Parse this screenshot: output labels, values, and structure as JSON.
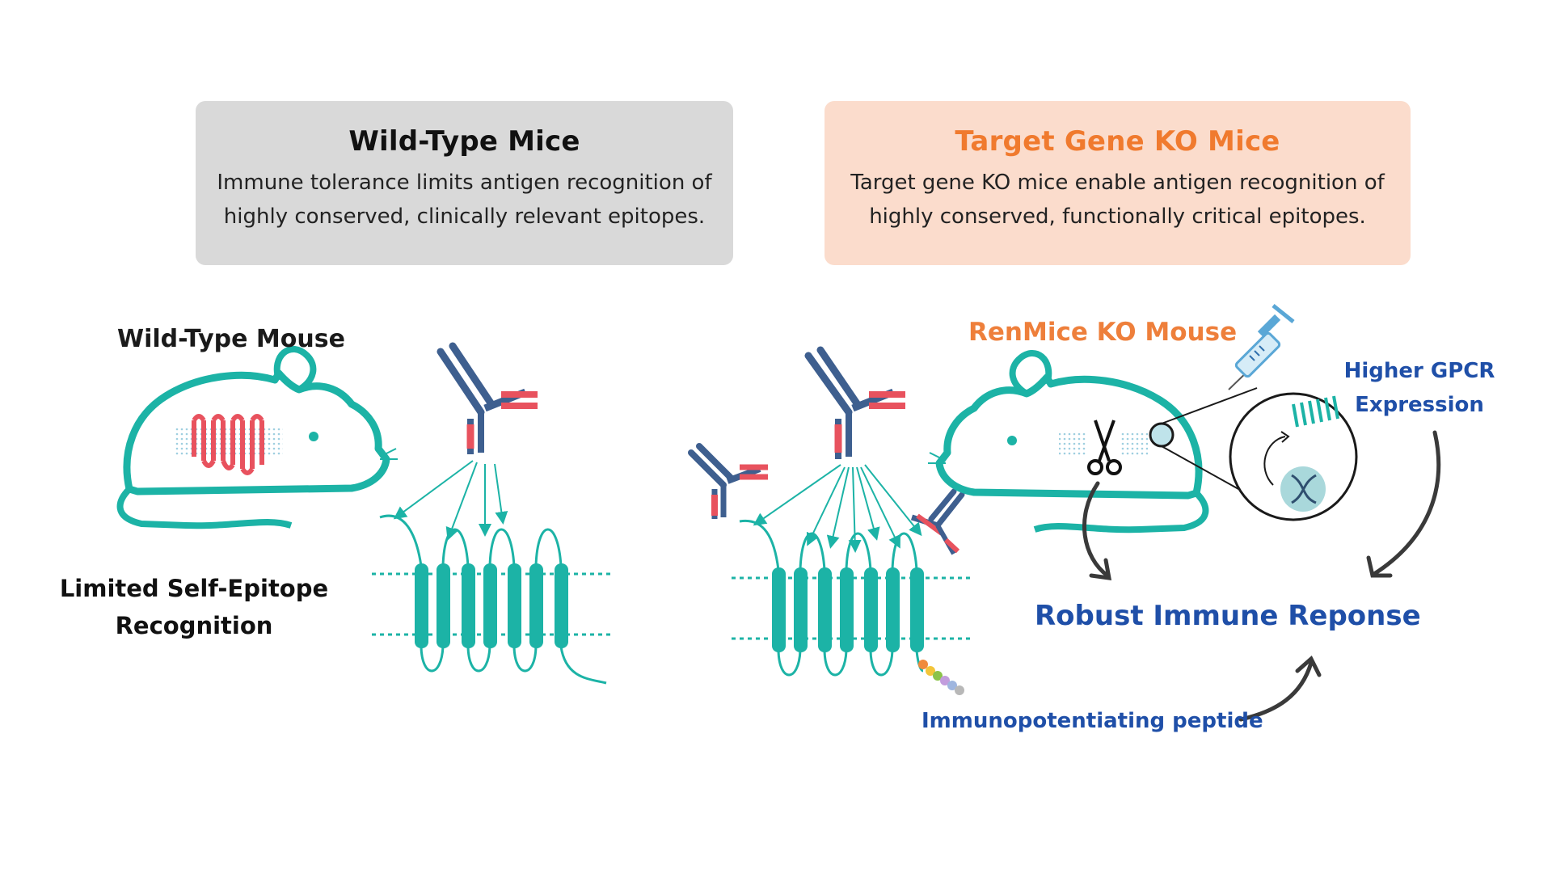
{
  "cards": {
    "left": {
      "title": "Wild-Type Mice",
      "line1": "Immune tolerance limits antigen recognition of",
      "line2": "highly conserved, clinically relevant epitopes."
    },
    "right": {
      "title": "Target Gene KO Mice",
      "line1": "Target gene KO mice enable antigen recognition of",
      "line2": "highly conserved, functionally critical epitopes."
    }
  },
  "labels": {
    "wild_type_mouse": "Wild-Type Mouse",
    "limited_line1": "Limited Self-Epitope",
    "limited_line2": "Recognition",
    "renmice_ko_mouse": "RenMice KO Mouse",
    "higher_gpcr_line1": "Higher GPCR",
    "higher_gpcr_line2": "Expression",
    "robust_immune": "Robust Immune Reponse",
    "peptide": "Immunopotentiating peptide"
  },
  "colors": {
    "teal": "#1cb3a6",
    "orange": "#f07a2e",
    "blue_text": "#1f4fa8",
    "antibody_dark": "#3e5f8f",
    "antibody_red": "#e8525e",
    "card_grey": "#d9d9d9",
    "card_peach": "#fbdccc"
  },
  "icons": [
    "mouse-icon",
    "antibody-icon",
    "gpcr-membrane-icon",
    "scissors-icon",
    "syringe-icon",
    "dna-icon",
    "arrow-icon"
  ]
}
